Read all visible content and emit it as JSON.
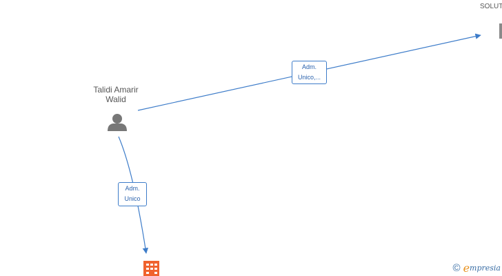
{
  "nodes": {
    "person": {
      "name_line1": "Talidi Amarir",
      "name_line2": "Walid",
      "icon": "person-icon"
    },
    "company_top_right": {
      "name": "SOLUT",
      "icon": "building-icon"
    },
    "company_bottom": {
      "icon": "building-icon"
    }
  },
  "edges": {
    "to_top_right": {
      "label_line1": "Adm.",
      "label_line2": "Unico,..."
    },
    "to_bottom": {
      "label_line1": "Adm.",
      "label_line2": "Unico"
    }
  },
  "brand": {
    "copyright": "©",
    "e": "e",
    "rest": "mpresia"
  },
  "colors": {
    "edge": "#3d7cc9",
    "person": "#777777",
    "company_active": "#f0622d",
    "company_gray": "#8a8a8a"
  }
}
